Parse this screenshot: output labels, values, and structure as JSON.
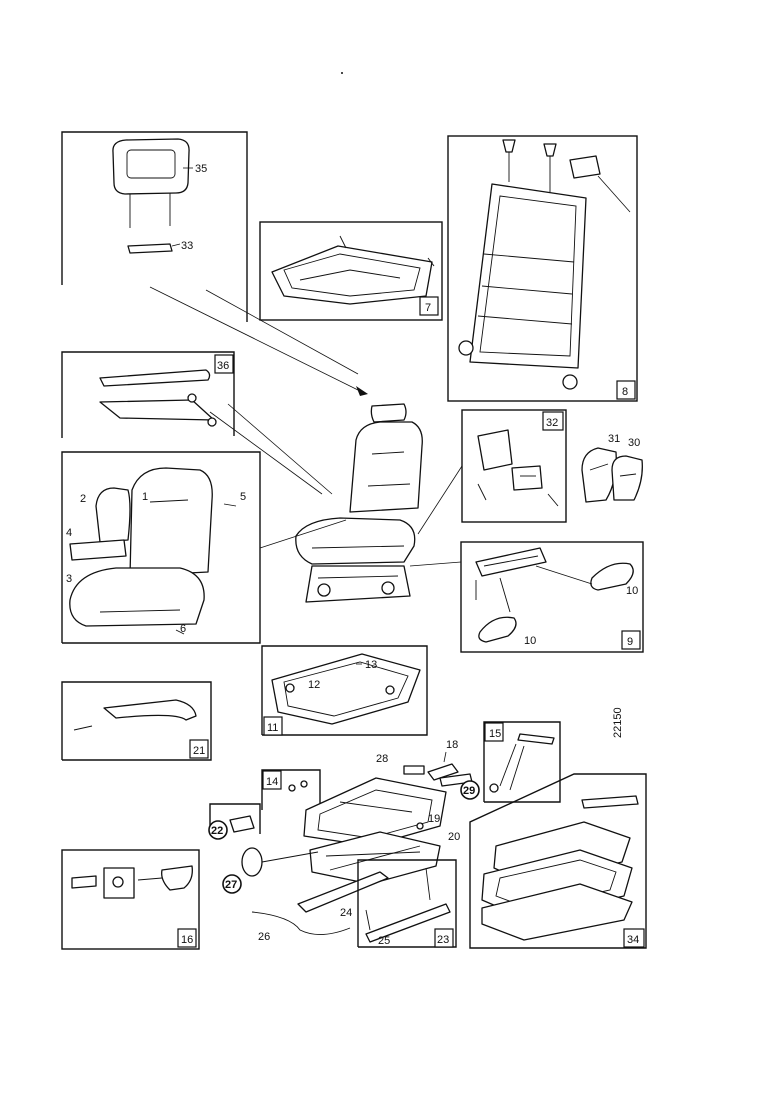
{
  "diagram": {
    "ref_number": "22150",
    "panels": {
      "p35": {
        "callouts": [
          "35",
          "33"
        ]
      },
      "p7": {
        "tag": "7"
      },
      "p8": {
        "tag": "8"
      },
      "p36": {
        "tag": "36"
      },
      "p32": {
        "tag": "32"
      },
      "p31_30": {
        "callouts": [
          "31",
          "30"
        ]
      },
      "p_seat": {
        "callouts": [
          "2",
          "1",
          "5",
          "4",
          "3",
          "6"
        ]
      },
      "p9": {
        "tag": "9",
        "callouts": [
          "10",
          "10"
        ]
      },
      "p11": {
        "tag": "11",
        "callouts": [
          "13",
          "12"
        ]
      },
      "p21": {
        "tag": "21"
      },
      "p15": {
        "tag": "15"
      },
      "p14": {
        "tag": "14"
      },
      "p16": {
        "tag": "16"
      },
      "p23": {
        "tag": "23",
        "callouts": [
          "25"
        ]
      },
      "p34": {
        "tag": "34"
      },
      "center_base": {
        "callouts": [
          "18",
          "28",
          "29",
          "19",
          "20",
          "22",
          "27",
          "24",
          "26"
        ]
      }
    }
  }
}
